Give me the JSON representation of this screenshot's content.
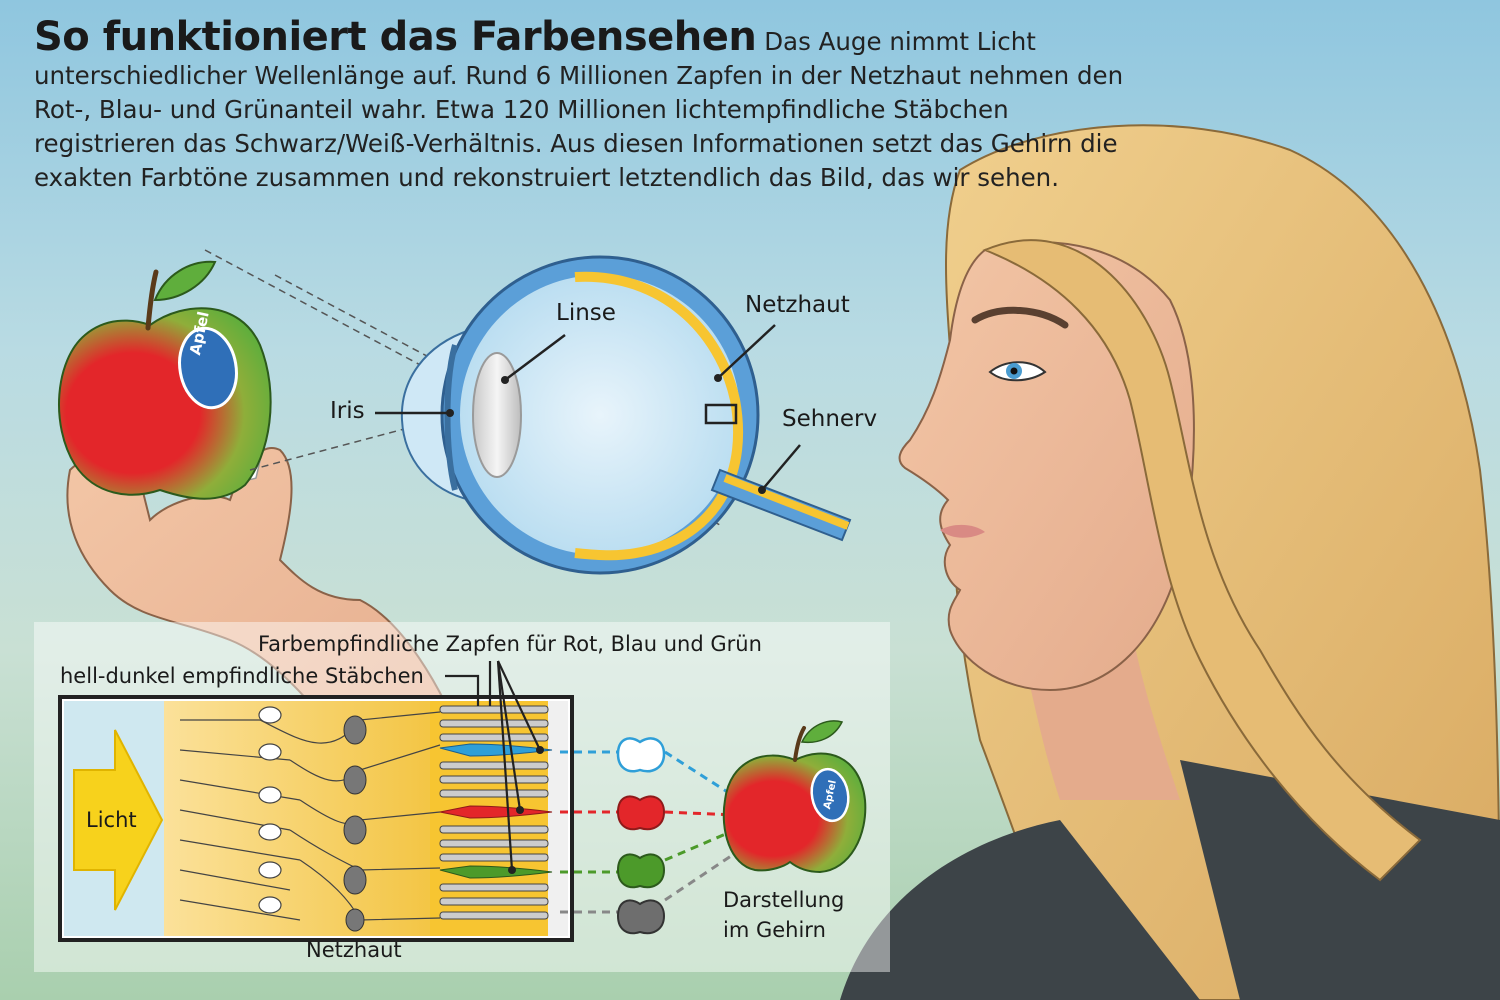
{
  "title": "So funktioniert das Farbensehen",
  "intro": "Das Auge nimmt Licht unterschiedlicher Wellenlänge auf. Rund 6 Millionen Zapfen in der Netzhaut nehmen den Rot-, Blau- und Grünanteil wahr. Etwa 120 Millionen lichtempfindliche Stäbchen registrieren das Schwarz/Weiß-Verhältnis. Aus diesen Informationen setzt das Gehirn die exakten Farbtöne zusammen und rekonstruiert letztendlich das Bild, das wir sehen.",
  "eye_labels": {
    "lens": "Linse",
    "retina": "Netzhaut",
    "iris": "Iris",
    "optic_nerve": "Sehnerv"
  },
  "apple_sticker": "Apfel",
  "retina_panel": {
    "cones_label": "Farbempfindliche Zapfen für Rot, Blau und Grün",
    "rods_label": "hell-dunkel empfindliche Stäbchen",
    "light_label": "Licht",
    "retina_label": "Netzhaut",
    "brain_label_line1": "Darstellung",
    "brain_label_line2": "im Gehirn"
  },
  "colors": {
    "apple_green": "#5fae3c",
    "apple_red": "#e3262a",
    "cone_blue": "#2f9fd8",
    "cone_red": "#e3262a",
    "cone_green": "#4c9a2a",
    "rod_gray": "#6e6e6e",
    "retina_yellow": "#f7c531",
    "eye_blue": "#5b9fd8"
  }
}
